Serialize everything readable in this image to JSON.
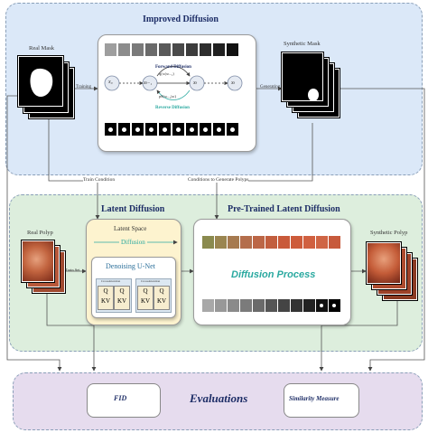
{
  "improved": {
    "title": "Improved Diffusion",
    "real_mask": "Real Mask",
    "synthetic_mask": "Synthetic Mask",
    "training": "Training",
    "generating": "Generating",
    "forward": "Forward Diffusion",
    "reverse": "Reverse Diffusion",
    "x0": "x₀",
    "xt1": "xₜ₋₁",
    "xt": "xₜ",
    "xT": "xₜ",
    "q": "q(xₜ|xₜ₋₁)",
    "p": "pθ(xₜ₋₁|xₜ)"
  },
  "links": {
    "train_condition": "Train Condition",
    "conditions_generate": "Conditions to Generate Polyps"
  },
  "latent": {
    "title": "Latent Diffusion",
    "pretrained": "Pre-Trained Latent Diffusion",
    "real_polyp": "Real Polyp",
    "synthetic_polyp": "Synthetic Polyp",
    "train_set": "Train Set",
    "latent_space": "Latent Space",
    "diffusion": "Diffusion",
    "unet": "Denoising U-Net",
    "cross1": "CrossAttention",
    "cross2": "CrossAttention",
    "q1": "Q",
    "kv1": "KV",
    "q2": "Q",
    "kv2": "KV",
    "q3": "Q",
    "kv3": "KV",
    "q4": "Q",
    "kv4": "KV",
    "process": "Diffusion Process"
  },
  "evaluation": {
    "title": "Evaluations",
    "fid": "FID",
    "similarity": "Similarity Measure"
  },
  "colors": {
    "top_panel": "#dbe8f8",
    "mid_panel": "#ddeedd",
    "bottom_panel": "#e6dcee",
    "title": "#1d2d66",
    "teal": "#2aa9a0",
    "latent_box": "#fdf3cf"
  }
}
